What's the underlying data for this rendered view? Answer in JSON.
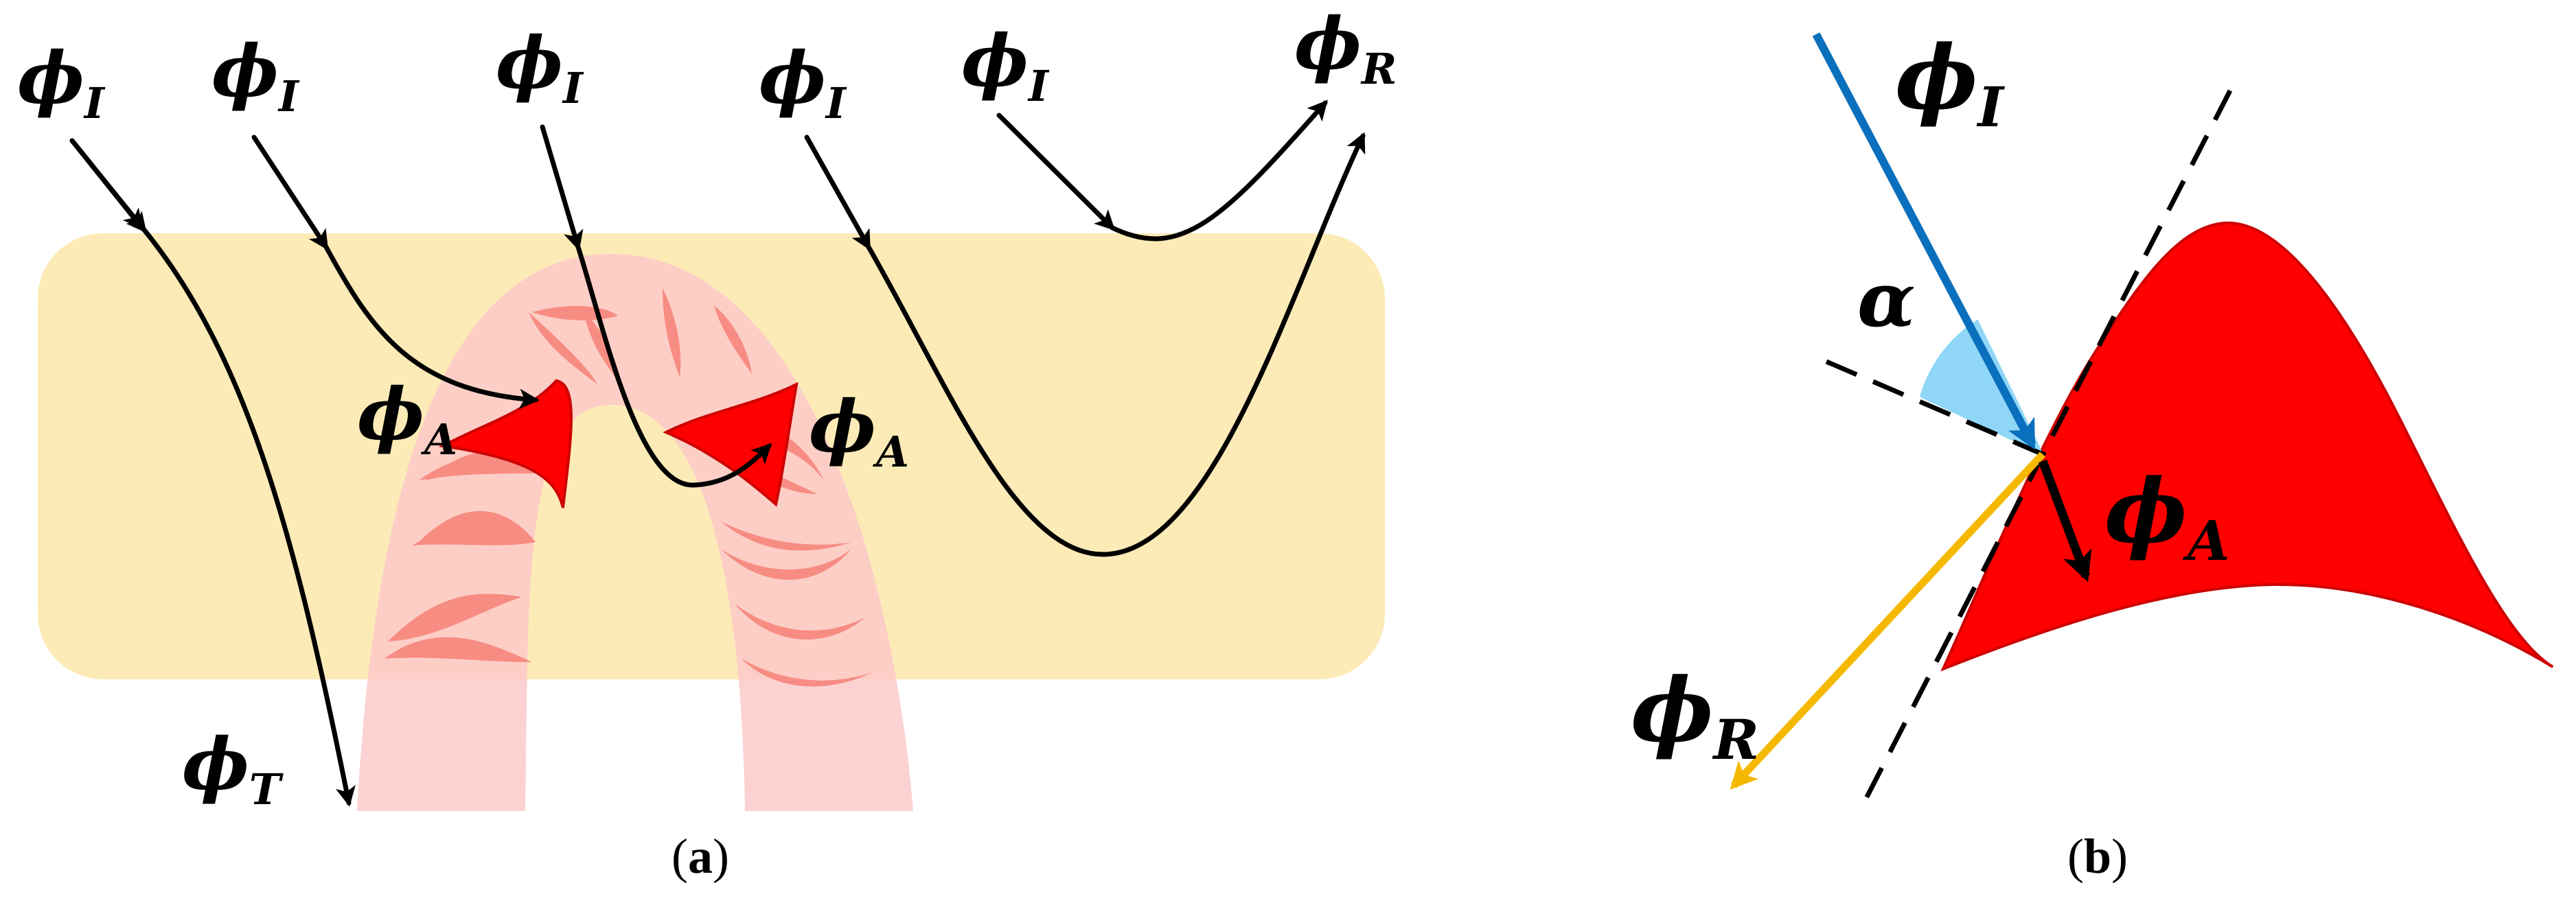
{
  "panel_a": {
    "caption": {
      "open": "(",
      "letter": "a",
      "close": ")"
    },
    "incident_labels": [
      {
        "base": "ϕ",
        "sub": "I"
      },
      {
        "base": "ϕ",
        "sub": "I"
      },
      {
        "base": "ϕ",
        "sub": "I"
      },
      {
        "base": "ϕ",
        "sub": "I"
      },
      {
        "base": "ϕ",
        "sub": "I"
      }
    ],
    "reflected_label": {
      "base": "ϕ",
      "sub": "R"
    },
    "absorbed_labels": [
      {
        "base": "ϕ",
        "sub": "A"
      },
      {
        "base": "ϕ",
        "sub": "A"
      }
    ],
    "transmitted_label": {
      "base": "ϕ",
      "sub": "T"
    }
  },
  "panel_b": {
    "caption": {
      "open": "(",
      "letter": "b",
      "close": ")"
    },
    "incident_label": {
      "base": "ϕ",
      "sub": "I"
    },
    "angle_label": "α",
    "absorbed_label": {
      "base": "ϕ",
      "sub": "A"
    },
    "reflected_label": {
      "base": "ϕ",
      "sub": "R"
    }
  },
  "colors": {
    "medium_band": "#fdebb7",
    "arch": "#fbc9c9",
    "arch_flakes": "#f7857c",
    "particle": "#ff0000",
    "particle_edge": "#cc0000",
    "incident_ray_b": "#0a6fbd",
    "reflected_ray_b": "#f5b800",
    "angle_wedge": "#8fd6f7"
  }
}
